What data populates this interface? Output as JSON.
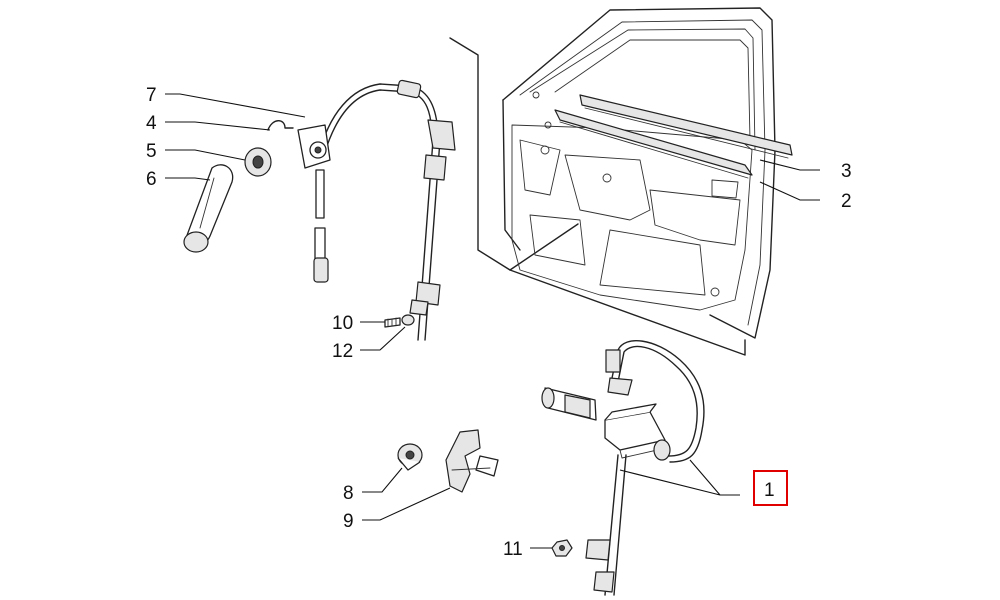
{
  "callouts": {
    "c1": "1",
    "c2": "2",
    "c3": "3",
    "c4": "4",
    "c5": "5",
    "c6": "6",
    "c7": "7",
    "c8": "8",
    "c9": "9",
    "c10": "10",
    "c11": "11",
    "c12": "12"
  },
  "highlight_color": "#e00000",
  "highlighted_callout": "1"
}
